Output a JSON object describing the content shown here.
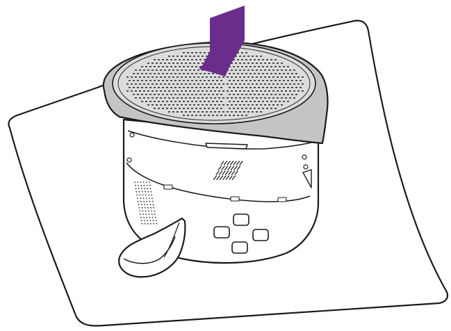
{
  "colors": {
    "background": "#ffffff",
    "outline": "#1a1a1a",
    "cover_fill": "#c4c4c4",
    "cover_inner": "#dcdcdc",
    "body_fill": "#ffffff",
    "arrow_fill": "#6b2d8c",
    "dot": "#2a2a2a"
  },
  "illustration": {
    "objects": [
      "mat-sheet",
      "projector-body",
      "top-grille-cover",
      "press-down-arrow",
      "side-strap",
      "control-buttons"
    ],
    "arrow_direction": "down",
    "control_button_count": 4
  }
}
